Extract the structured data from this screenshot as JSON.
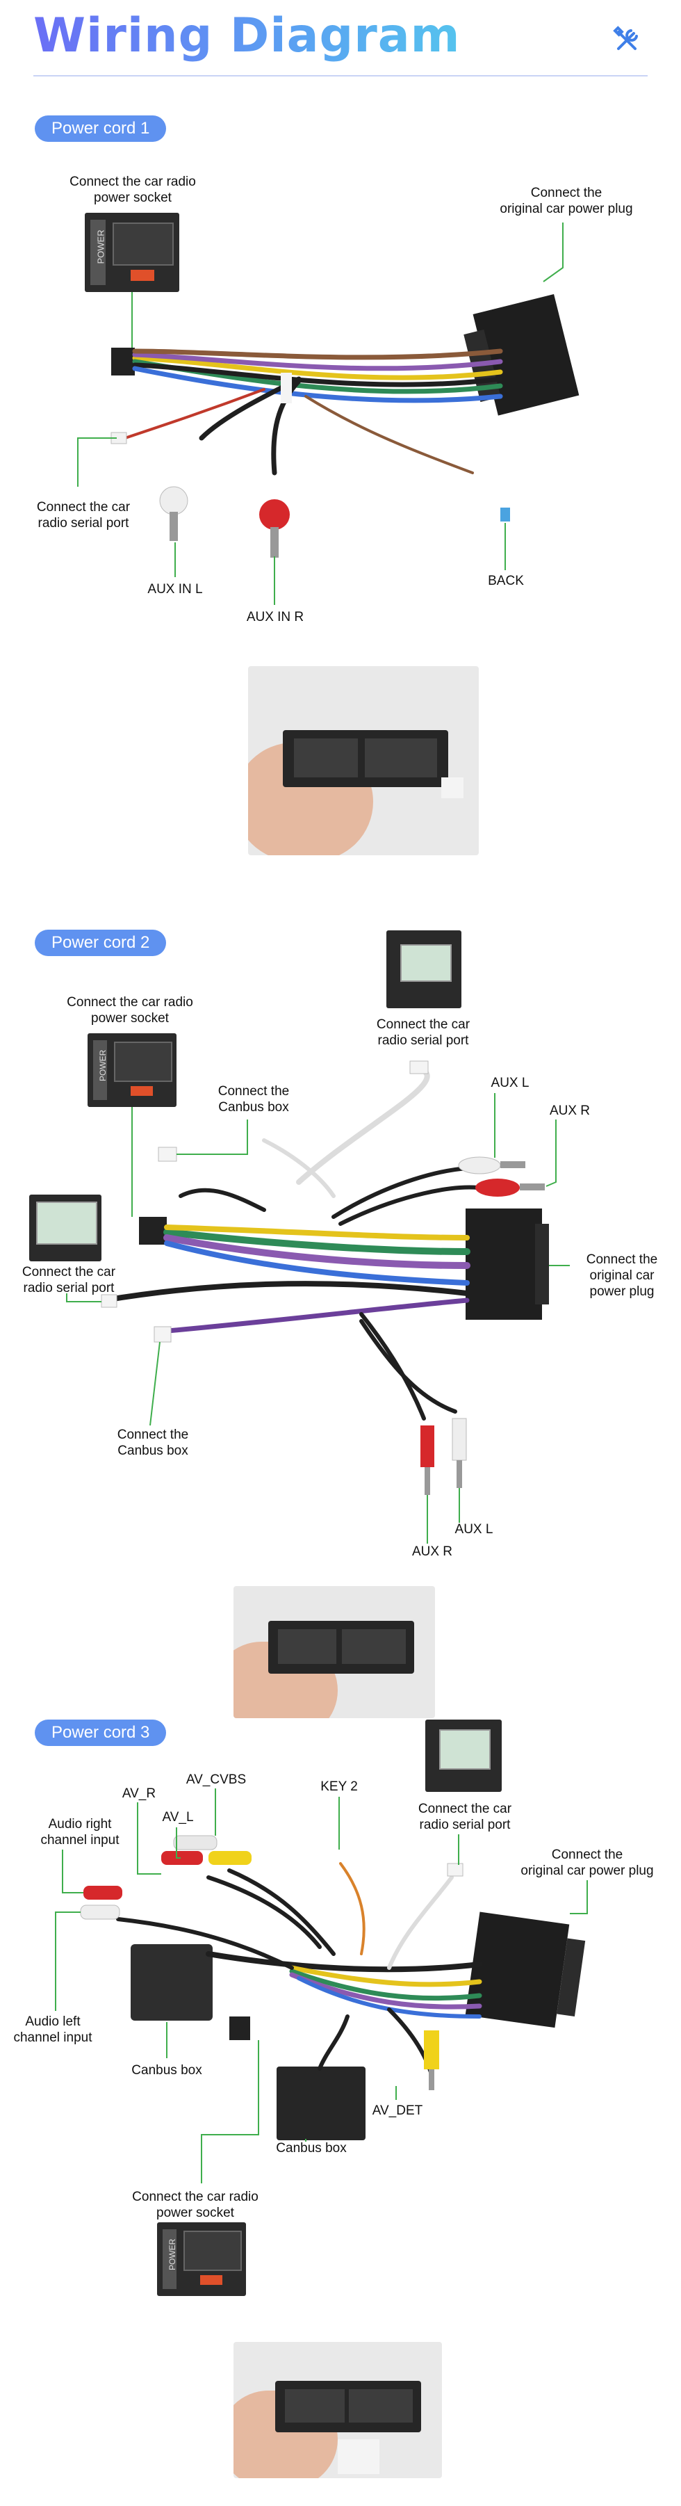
{
  "header": {
    "title": "Wiring Diagram",
    "tool_icon": "wrench-screwdriver-icon"
  },
  "sections": [
    {
      "pill": "Power cord 1",
      "labels": {
        "radio_power": [
          "Connect the car radio",
          "power socket"
        ],
        "orig_power": [
          "Connect the",
          "original car power plug"
        ],
        "serial": [
          "Connect the car",
          "radio serial port"
        ],
        "aux_l": "AUX IN L",
        "aux_r": "AUX IN R",
        "back": "BACK"
      }
    },
    {
      "pill": "Power cord 2",
      "labels": {
        "radio_power": [
          "Connect the car radio",
          "power socket"
        ],
        "serial_top": [
          "Connect the car",
          "radio serial port"
        ],
        "canbus_top": [
          "Connect the",
          "Canbus box"
        ],
        "aux_l_top": "AUX  L",
        "aux_r_top": "AUX R",
        "serial_left": [
          "Connect the car",
          "radio serial port"
        ],
        "orig_power": [
          "Connect the",
          "original car",
          "power plug"
        ],
        "canbus_bottom": [
          "Connect the",
          "Canbus box"
        ],
        "aux_l_bottom": "AUX  L",
        "aux_r_bottom": "AUX R"
      }
    },
    {
      "pill": "Power cord 3",
      "labels": {
        "av_cvbs": "AV_CVBS",
        "av_r": "AV_R",
        "av_l": "AV_L",
        "key2": "KEY 2",
        "serial": [
          "Connect the car",
          "radio serial port"
        ],
        "audio_right": [
          "Audio right",
          "channel input"
        ],
        "orig_power": [
          "Connect the",
          "original car power plug"
        ],
        "audio_left": [
          "Audio left",
          "channel input"
        ],
        "canbus_box_1": "Canbus box",
        "av_det": "AV_DET",
        "radio_power": [
          "Connect the car radio",
          "power socket"
        ],
        "canbus_box_2": "Canbus box"
      }
    }
  ],
  "connector_label": "POWER",
  "colors": {
    "accent": "#5f92f0",
    "callout": "#3fae4c"
  }
}
